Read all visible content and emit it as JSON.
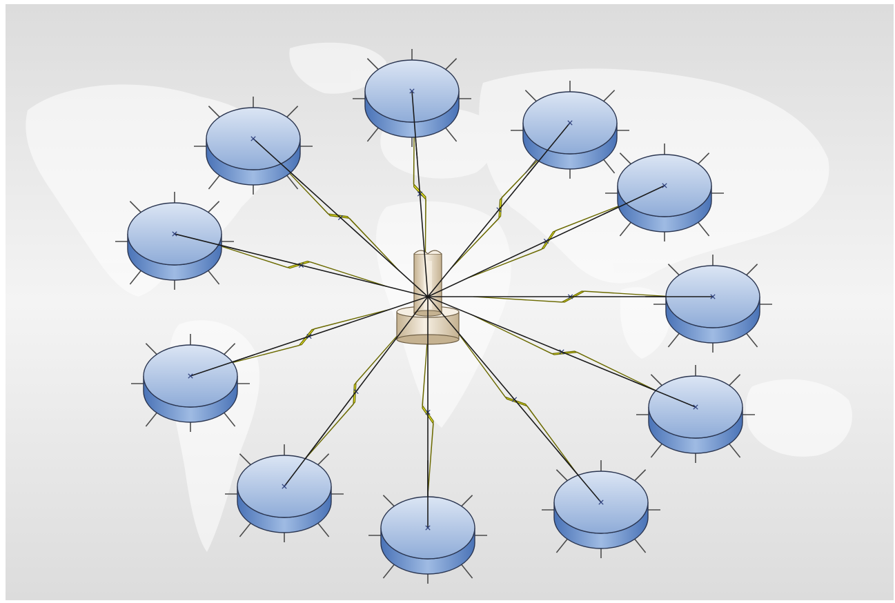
{
  "colors": {
    "frame": "#ffffff",
    "background_light": "#f4f4f4",
    "background_dark": "#dcdcdc",
    "continents": "#ffffff",
    "node_top_light": "#dbe5f4",
    "node_top_dark": "#8facd8",
    "node_side_light": "#9fbbe3",
    "node_side_dark": "#4a73b7",
    "node_outline": "#2a3550",
    "link_fill": "#ffff33",
    "link_stroke": "#6b6a00",
    "hub_light": "#f6efe3",
    "hub_dark": "#c5b291",
    "hub_outline": "#6e5e44"
  },
  "diagram": {
    "type": "hub-and-spoke wireless network",
    "hub": {
      "icon": "radio-tower-icon"
    },
    "node_icon": "network-disk-icon",
    "link_icon": "lightning-link-icon",
    "nodes": [
      {
        "id": "n1",
        "position": "top"
      },
      {
        "id": "n2",
        "position": "top-right"
      },
      {
        "id": "n3",
        "position": "right-upper"
      },
      {
        "id": "n4",
        "position": "right"
      },
      {
        "id": "n5",
        "position": "right-lower"
      },
      {
        "id": "n6",
        "position": "bottom-right"
      },
      {
        "id": "n7",
        "position": "bottom"
      },
      {
        "id": "n8",
        "position": "bottom-left"
      },
      {
        "id": "n9",
        "position": "left-lower"
      },
      {
        "id": "n10",
        "position": "left"
      },
      {
        "id": "n11",
        "position": "top-left"
      }
    ]
  }
}
